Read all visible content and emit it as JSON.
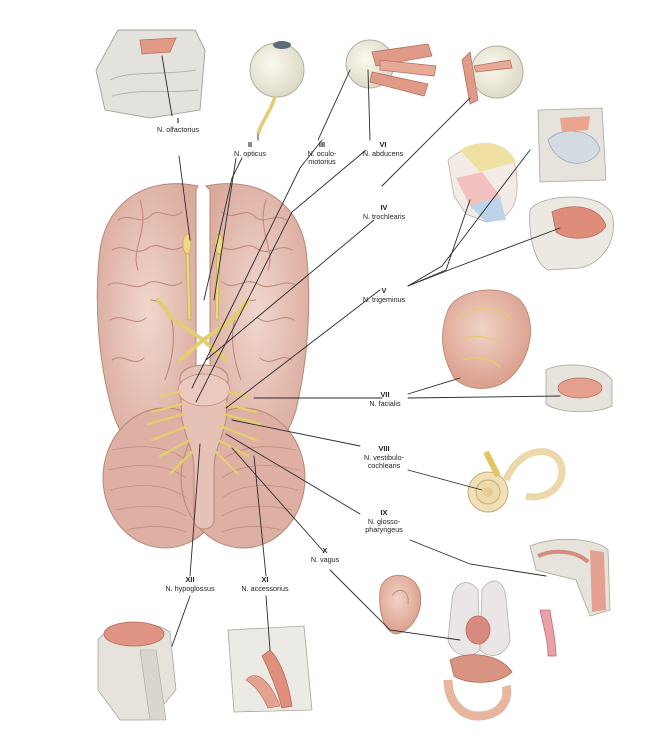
{
  "nerves": [
    {
      "id": "I",
      "numeral": "I",
      "name": "N. olfactorius"
    },
    {
      "id": "II",
      "numeral": "II",
      "name": "N. opticus"
    },
    {
      "id": "III",
      "numeral": "III",
      "name_l1": "N. oculo-",
      "name_l2": "motorius"
    },
    {
      "id": "VI",
      "numeral": "VI",
      "name": "N. abducens"
    },
    {
      "id": "IV",
      "numeral": "IV",
      "name": "N. trochlearis"
    },
    {
      "id": "V",
      "numeral": "V",
      "name": "N. trigeminus"
    },
    {
      "id": "VII",
      "numeral": "VII",
      "name": "N. facialis"
    },
    {
      "id": "VIII",
      "numeral": "VIII",
      "name_l1": "N. vestibulo-",
      "name_l2": "cochlearis"
    },
    {
      "id": "IX",
      "numeral": "IX",
      "name_l1": "N. glosso-",
      "name_l2": "pharyngeus"
    },
    {
      "id": "X",
      "numeral": "X",
      "name": "N. vagus"
    },
    {
      "id": "XI",
      "numeral": "XI",
      "name": "N. accessorius"
    },
    {
      "id": "XII",
      "numeral": "XII",
      "name": "N. hypoglossus"
    }
  ],
  "colors": {
    "brain": "#e9c7bd",
    "brain_shade": "#d7a89b",
    "nerve": "#e8d27a",
    "muscle": "#dd8e7c",
    "bone": "#e3e1dc",
    "line": "#2a2a2a"
  }
}
